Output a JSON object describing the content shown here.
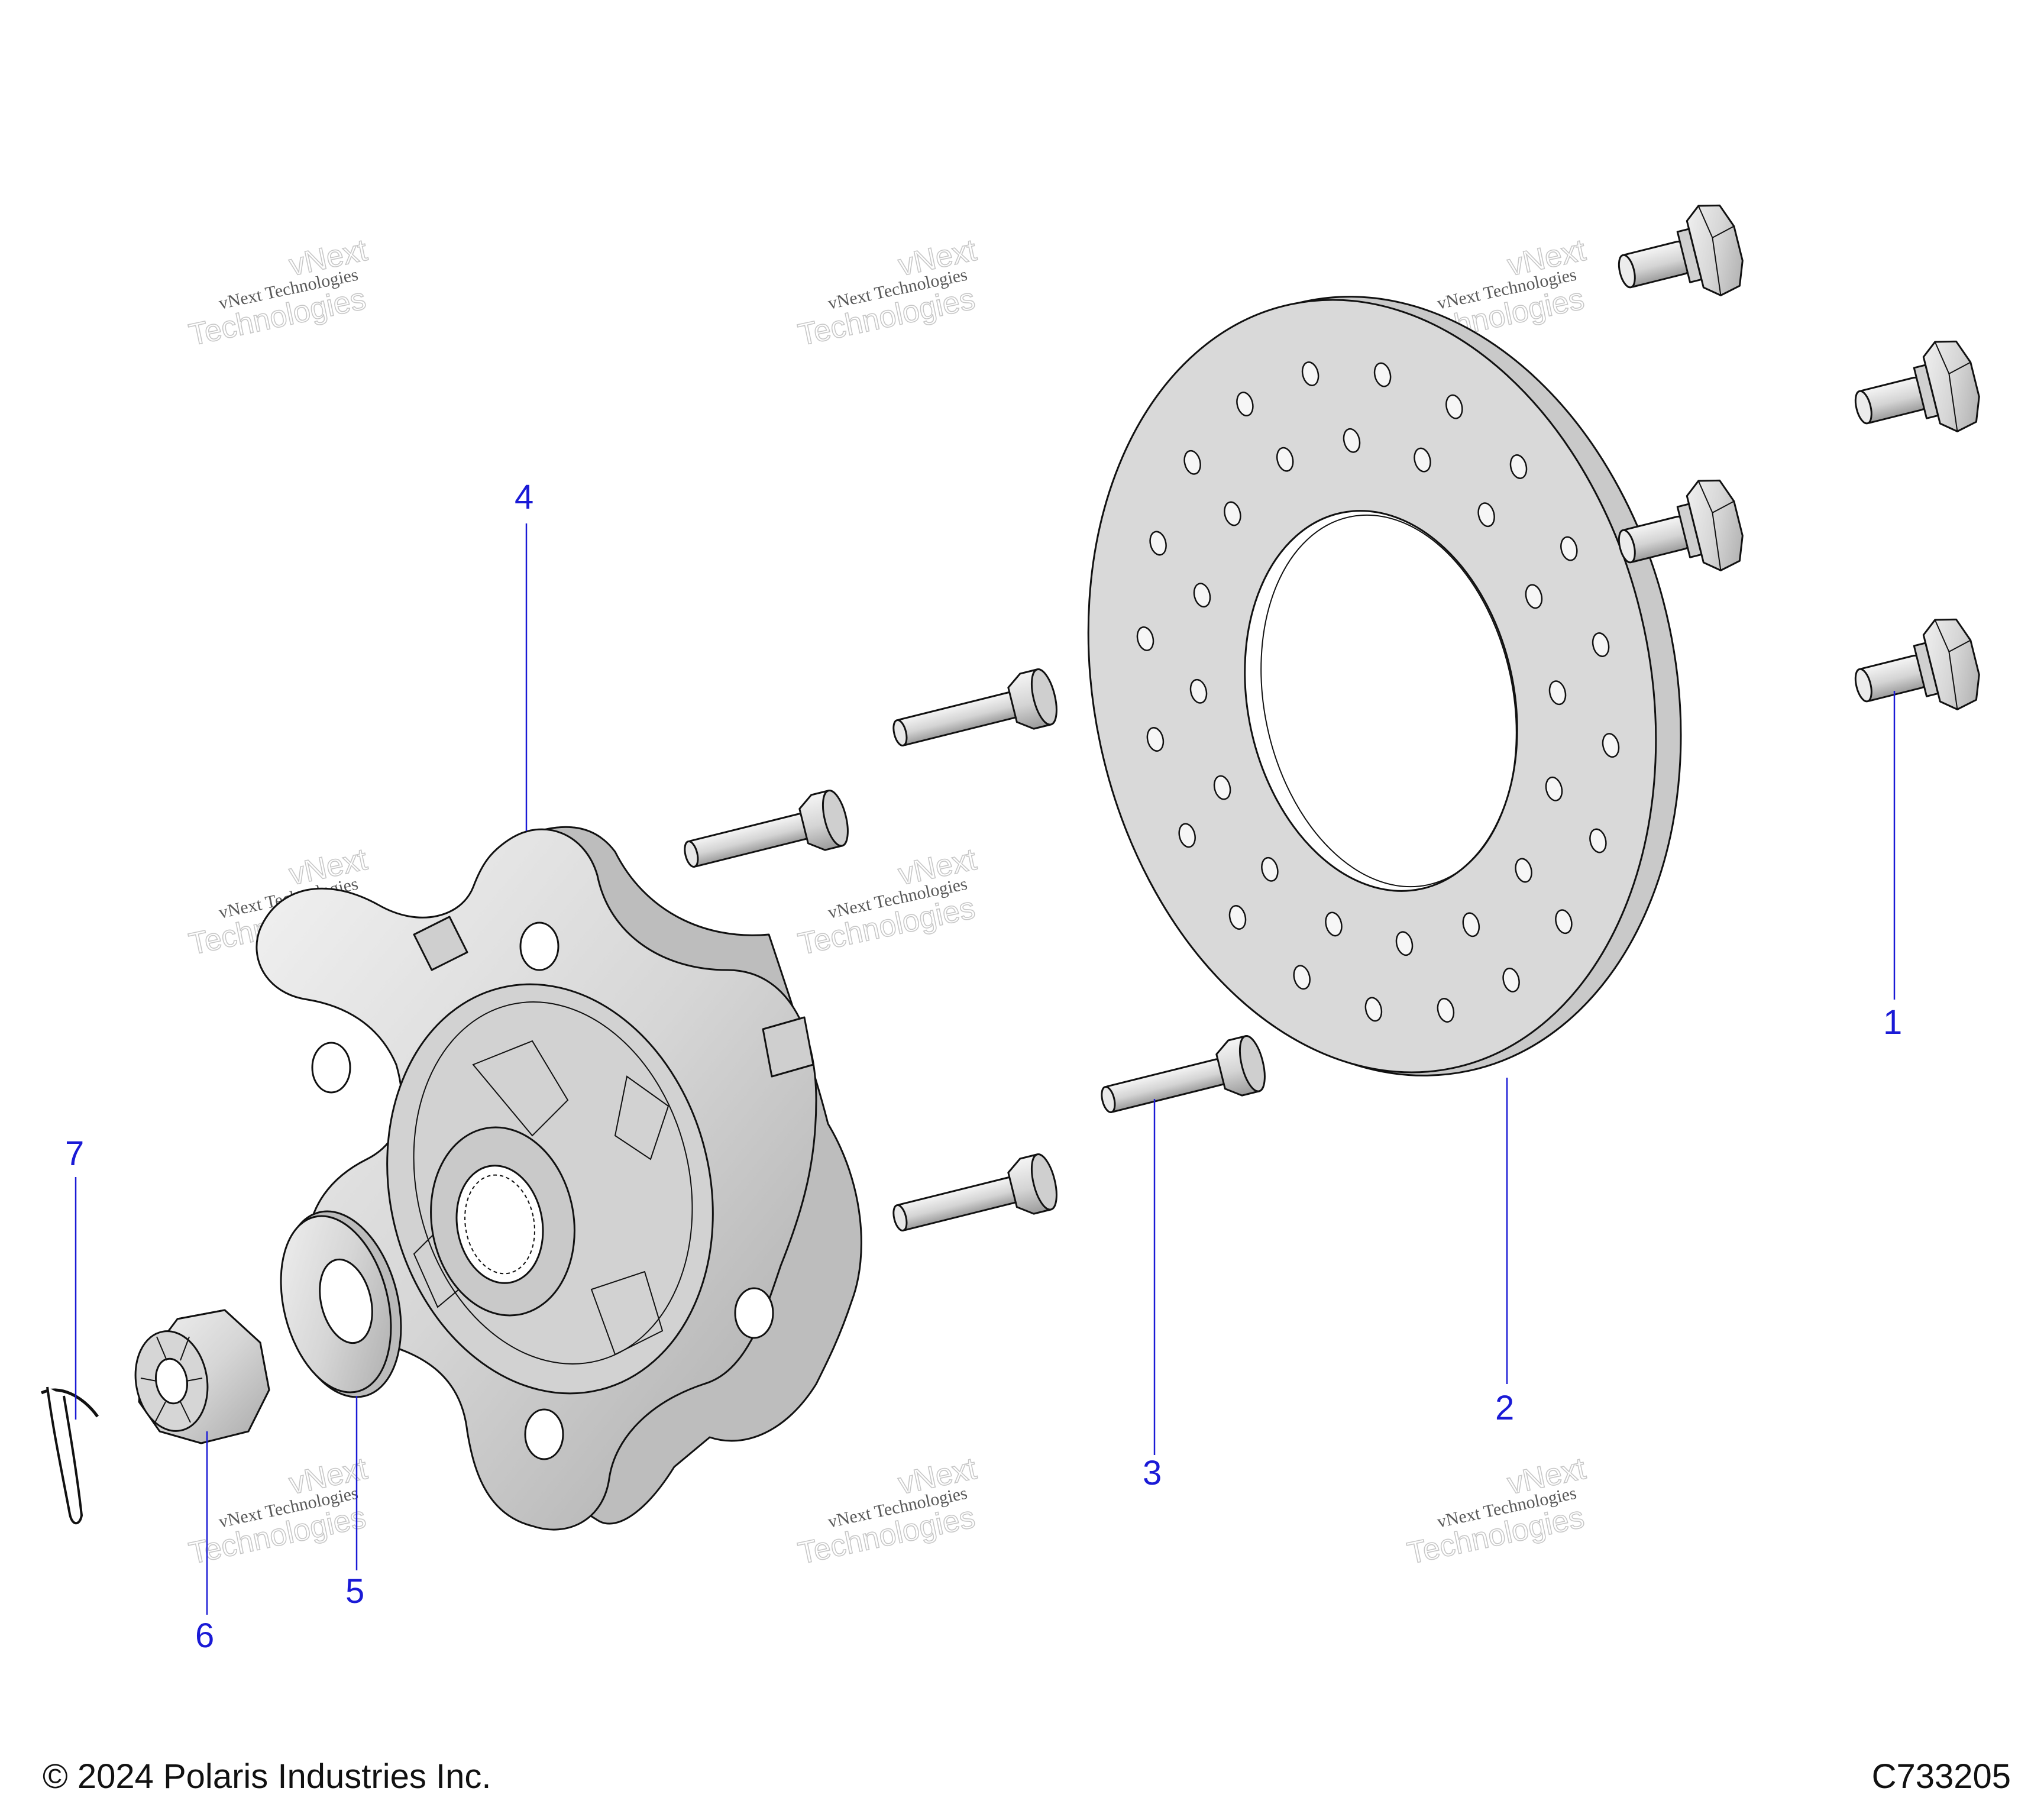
{
  "footer": {
    "copyright": "© 2024 Polaris Industries Inc.",
    "drawing_id": "C733205"
  },
  "watermark": {
    "line1": "vNext",
    "line2": "vNext Technologies",
    "line3": "Technologies"
  },
  "callouts": [
    {
      "id": "callout-1",
      "label": "1",
      "part": "hex-flange-bolt"
    },
    {
      "id": "callout-2",
      "label": "2",
      "part": "brake-disc"
    },
    {
      "id": "callout-3",
      "label": "3",
      "part": "wheel-stud"
    },
    {
      "id": "callout-4",
      "label": "4",
      "part": "wheel-hub"
    },
    {
      "id": "callout-5",
      "label": "5",
      "part": "washer"
    },
    {
      "id": "callout-6",
      "label": "6",
      "part": "castle-nut"
    },
    {
      "id": "callout-7",
      "label": "7",
      "part": "cotter-pin"
    }
  ],
  "colors": {
    "callout": "#1a1ad6",
    "part_fill": "#d8d8d8",
    "outline": "#111111"
  }
}
